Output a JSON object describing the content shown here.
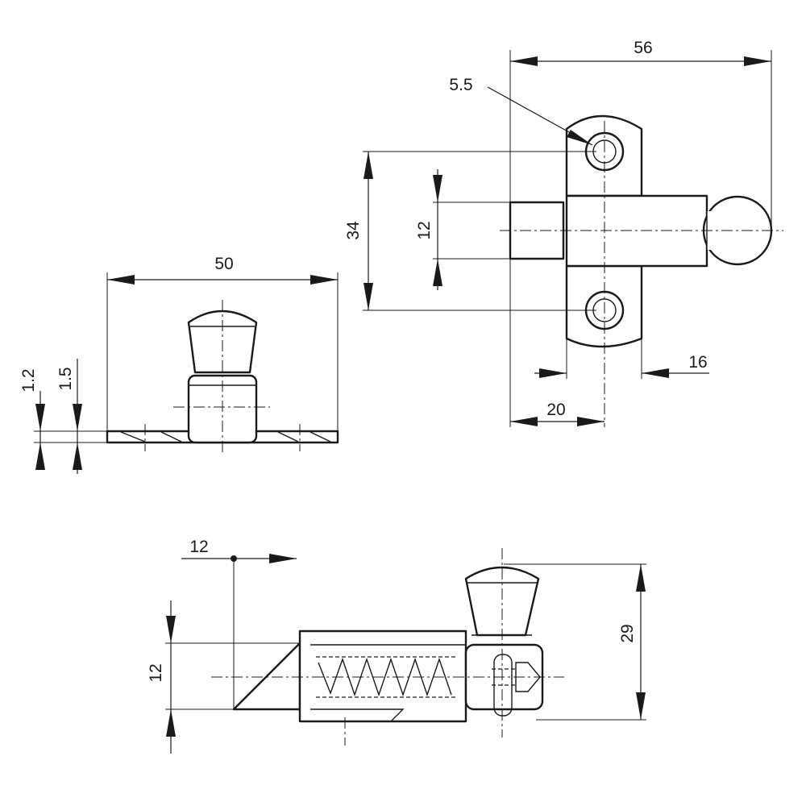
{
  "top_view": {
    "width_label": "56",
    "hole_label": "5.5",
    "hole_spacing_label": "34",
    "bolt_height_label": "12",
    "plate_width_label": "16",
    "offset_label": "20"
  },
  "side_view": {
    "width_label": "50",
    "thickness_a_label": "1.2",
    "thickness_b_label": "1.5"
  },
  "section_view": {
    "travel_label": "12",
    "height_label": "12",
    "overall_height_label": "29"
  },
  "colors": {
    "line": "#1a1a1a",
    "background": "#ffffff"
  }
}
